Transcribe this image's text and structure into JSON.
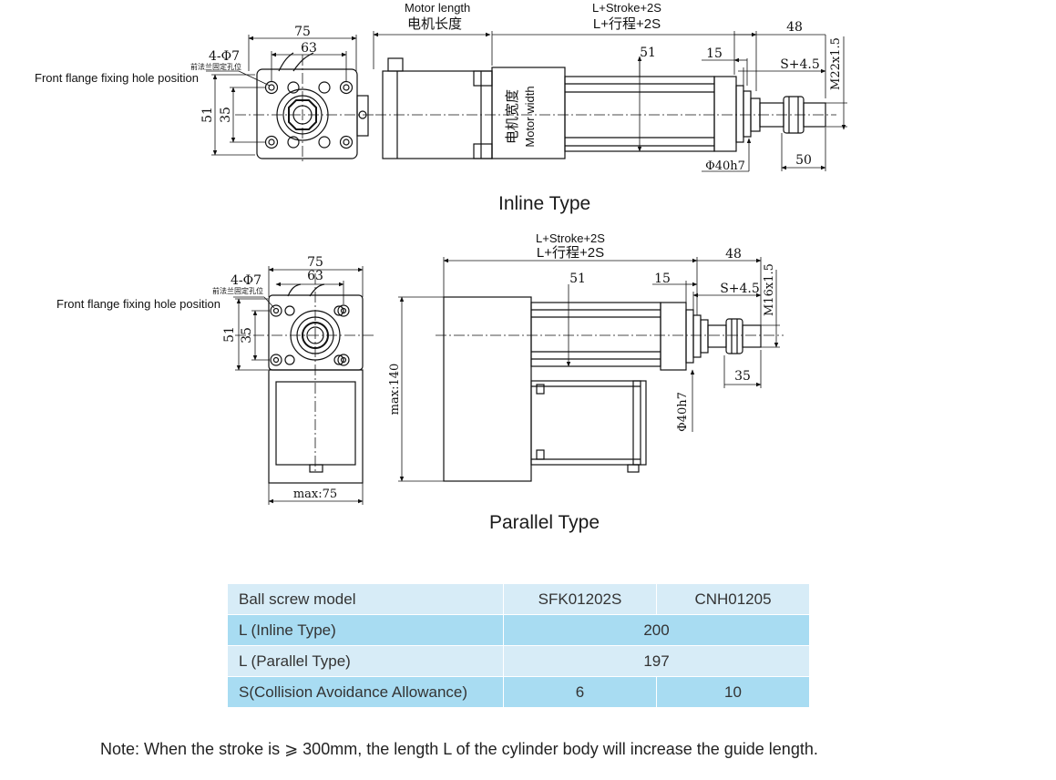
{
  "inline": {
    "title": "Inline Type",
    "flange_label": "Front flange fixing hole position",
    "flange_label_cn": "前法兰固定孔位",
    "hole_spec": "4-Φ7",
    "motor_length_en": "Motor length",
    "motor_length_cn": "电机长度",
    "total_en": "L+Stroke+2S",
    "total_cn": "L+行程+2S",
    "motor_width_cn": "电机宽度",
    "motor_width_en": "Motor width",
    "dims": {
      "d75": "75",
      "d63": "63",
      "d51": "51",
      "d35": "35",
      "d51b": "51",
      "d15": "15",
      "d48": "48",
      "s45": "S+4.5",
      "thread": "M22x1.5",
      "dia": "Φ40h7",
      "d50": "50"
    }
  },
  "parallel": {
    "title": "Parallel Type",
    "flange_label": "Front flange fixing hole position",
    "flange_label_cn": "前法兰固定孔位",
    "hole_spec": "4-Φ7",
    "total_en": "L+Stroke+2S",
    "total_cn": "L+行程+2S",
    "dims": {
      "d75": "75",
      "d63": "63",
      "d51": "51",
      "d35": "35",
      "max75": "max:75",
      "max140": "max:140",
      "d51b": "51",
      "d15": "15",
      "d48": "48",
      "s45": "S+4.5",
      "thread": "M16x1.5",
      "dia": "Φ40h7",
      "d35b": "35"
    }
  },
  "table": {
    "header": [
      "Ball screw model",
      "SFK01202S",
      "CNH01205"
    ],
    "row_inline": [
      "L (Inline Type)",
      "200"
    ],
    "row_parallel": [
      "L (Parallel Type)",
      "197"
    ],
    "row_s": [
      "S(Collision Avoidance Allowance)",
      "6",
      "10"
    ]
  },
  "note": "Note: When the stroke is ⩾ 300mm, the length L of the cylinder body will increase the guide length.",
  "colors": {
    "row_light": "#d7ecf7",
    "row_dark": "#a8dcf2",
    "line": "#1a1a1a"
  }
}
